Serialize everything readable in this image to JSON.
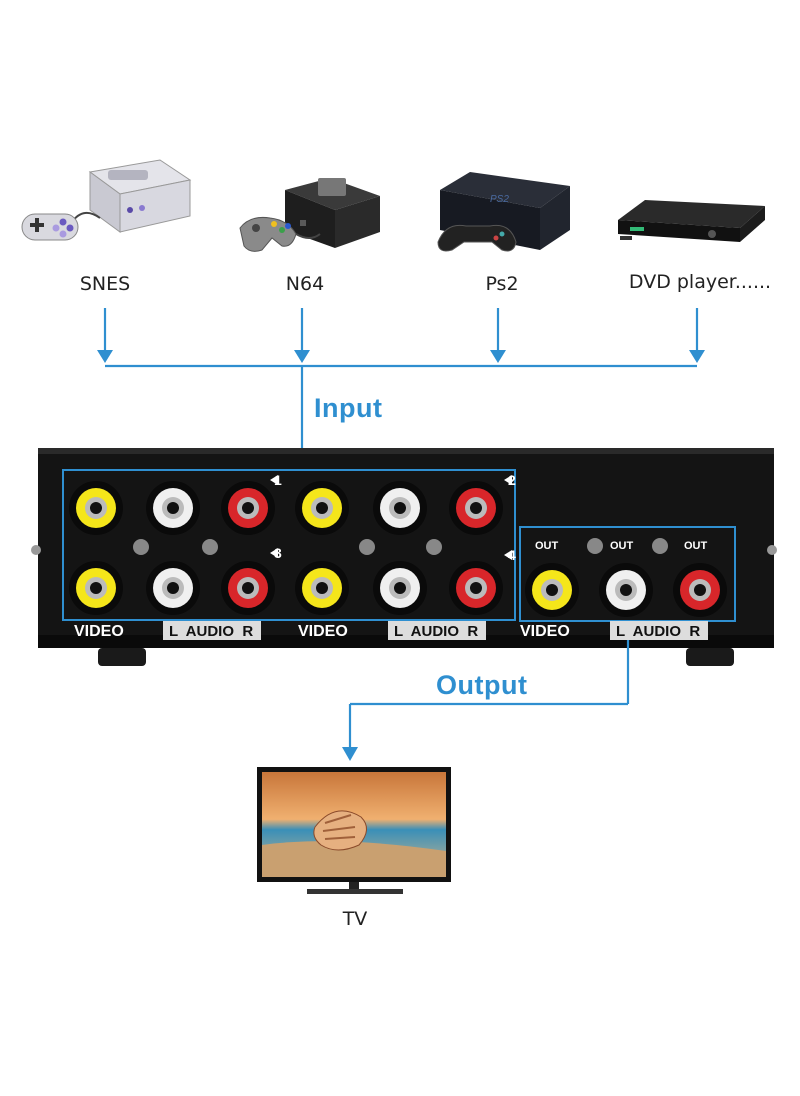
{
  "devices": [
    {
      "id": "snes",
      "label": "SNES",
      "icon": "snes-console-icon"
    },
    {
      "id": "n64",
      "label": "N64",
      "icon": "n64-console-icon"
    },
    {
      "id": "ps2",
      "label": "Ps2",
      "icon": "ps2-console-icon"
    },
    {
      "id": "dvd",
      "label": "DVD player......",
      "icon": "dvd-player-icon"
    }
  ],
  "flow": {
    "input_label": "Input",
    "output_label": "Output"
  },
  "switch_box": {
    "input_numbers": [
      "1",
      "2",
      "3",
      "4"
    ],
    "video_label": "VIDEO",
    "audio_label": "L  AUDIO  R",
    "out_label": "OUT"
  },
  "tv": {
    "label": "TV",
    "icon": "tv-icon"
  },
  "colors": {
    "accent": "#2f8fd0",
    "jack_yellow": "#f5e61a",
    "jack_white": "#f0f0f0",
    "jack_red": "#d8262a",
    "box": "#121212"
  }
}
